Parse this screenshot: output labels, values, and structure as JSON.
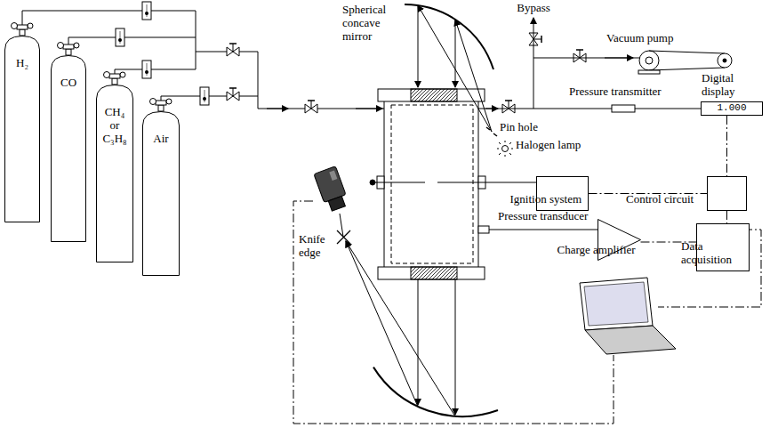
{
  "diagram": {
    "nodes": [
      {
        "text": [
          "H₂"
        ]
      },
      {
        "text": [
          "CO"
        ]
      },
      {
        "text": [
          "CH₄ or C₃H₈"
        ]
      },
      {
        "text": [
          "Air"
        ]
      },
      {
        "text": [
          "Digital display",
          "1.000"
        ]
      },
      {
        "text": [
          "Ignition system"
        ]
      },
      {
        "text": [
          "Control circuit"
        ]
      },
      {
        "text": [
          "Charge amplifier"
        ]
      },
      {
        "text": [
          "Data acquisition"
        ]
      }
    ],
    "edges": [
      {
        "from": 5,
        "to": 6,
        "arrow": "none"
      },
      {
        "from": 4,
        "to": 6,
        "arrow": "none"
      },
      {
        "from": 6,
        "to": 8,
        "arrow": "none"
      },
      {
        "from": 7,
        "to": 8,
        "arrow": "none"
      }
    ],
    "labels": [
      "Spherical concave mirror",
      "Pin hole",
      "Halogen lamp",
      "Bypass",
      "Vacuum pump",
      "Pressure transmitter",
      "Pressure transducer",
      "Knife edge"
    ]
  }
}
